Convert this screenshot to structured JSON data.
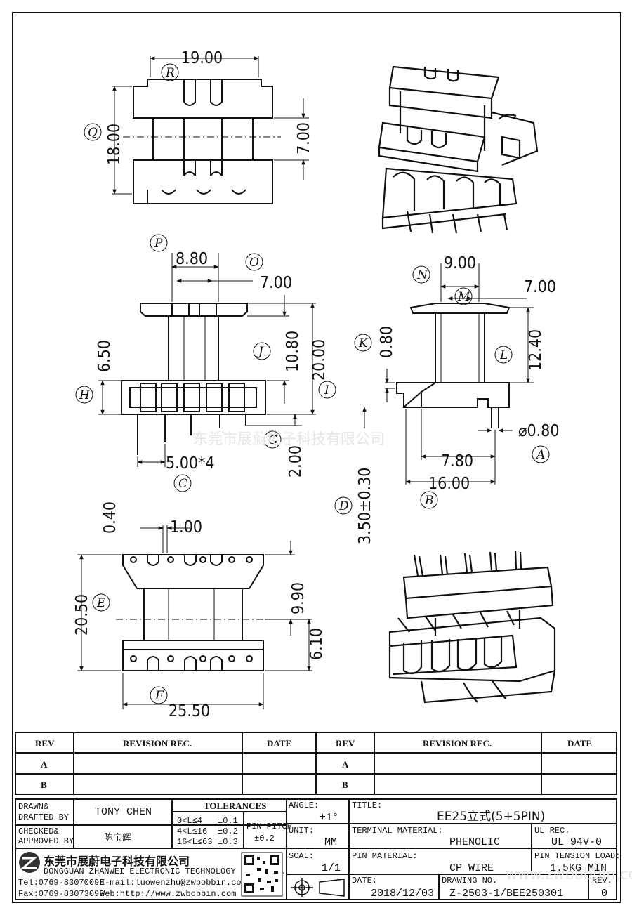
{
  "watermark": {
    "center_text": "东莞市展蔚电子科技有限公司",
    "corner_text": "www.zwbobbin.com"
  },
  "dimensions": {
    "top_view": {
      "width": "19.00",
      "height": "18.00",
      "window": "7.00",
      "label_r": "R",
      "label_q": "Q"
    },
    "front_view": {
      "p_width": "8.80",
      "o_width": "7.00",
      "height_total": "20.00",
      "height_body": "10.80",
      "base": "6.50",
      "pin_pitch": "5.00*4",
      "pin_len": "2.00",
      "label_p": "P",
      "label_o": "O",
      "label_j": "J",
      "label_i": "I",
      "label_h": "H",
      "label_c": "C",
      "label_g": "G"
    },
    "side_view": {
      "top_width": "9.00",
      "inner_width": "7.00",
      "flange_t": "0.80",
      "height": "12.40",
      "pin_dia": "⌀0.80",
      "row_pitch": "7.80",
      "width": "16.00",
      "pin_len": "3.50±0.30",
      "label_n": "N",
      "label_m": "M",
      "label_k": "K",
      "label_l": "L",
      "label_a": "A",
      "label_b": "B",
      "label_d": "D"
    },
    "bottom_view": {
      "gap": "0.40",
      "slot": "1.00",
      "height": "20.50",
      "inner": "9.90",
      "edge": "6.10",
      "width": "25.50",
      "label_e": "E",
      "label_f": "F"
    }
  },
  "revision_table": {
    "headers": [
      "REV",
      "REVISION REC.",
      "DATE",
      "REV",
      "REVISION REC.",
      "DATE"
    ],
    "rows": [
      [
        "A",
        "",
        "",
        "A",
        "",
        ""
      ],
      [
        "B",
        "",
        "",
        "B",
        "",
        ""
      ]
    ]
  },
  "title_block": {
    "drawn_label_1": "DRAWN&",
    "drawn_label_2": "DRAFTED BY",
    "drawn_by": "TONY CHEN",
    "checked_label_1": "CHECKED&",
    "checked_label_2": "APPROVED BY",
    "checked_by": "陈宝辉",
    "tolerances_label": "TOLERANCES",
    "tolerances": [
      {
        "range": "0<L≤4",
        "value": "±0.1"
      },
      {
        "range": "4<L≤16",
        "value": "±0.2"
      },
      {
        "range": "16<L≤63",
        "value": "±0.3"
      }
    ],
    "pin_pitch_label": "PIN PITCH",
    "pin_pitch_value": "±0.2",
    "angle_label": "ANGLE:",
    "angle_value": "±1°",
    "unit_label": "UNIT:",
    "unit_value": "MM",
    "scale_label": "SCAL:",
    "scale_value": "1/1",
    "title_label": "TITLE:",
    "title_value": "EE25立式(5+5PIN)",
    "terminal_label": "TERMINAL MATERIAL:",
    "terminal_value": "PHENOLIC",
    "ul_label": "UL REC.",
    "ul_value": "UL 94V-0",
    "pin_material_label": "PIN MATERIAL:",
    "pin_material_value": "CP WIRE",
    "tension_label": "PIN TENSION LOAD:",
    "tension_value": "1.5KG MIN",
    "date_label": "DATE:",
    "date_value": "2018/12/03",
    "drawing_label": "DRAWING NO.",
    "drawing_value": "Z-2503-1/BEE250301",
    "rev_label": "REV.",
    "rev_value": "0",
    "company_cn": "东莞市展蔚电子科技有限公司",
    "company_en": "DONGGUAN ZHANWEI ELECTRONIC TECHNOLOGY CO., LTD.",
    "tel": "Tel:0769-83070098",
    "email": "E-mail:luowenzhu@zwbobbin.com",
    "fax": "Fax:0769-83073099",
    "web": "Web:http://www.zwbobbin.com"
  }
}
